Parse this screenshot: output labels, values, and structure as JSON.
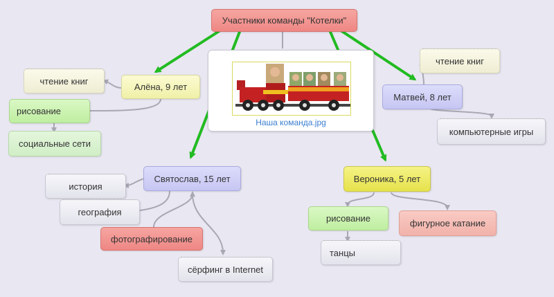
{
  "root": {
    "label": "Участники команды \"Котелки\""
  },
  "photo": {
    "caption": "Наша команда.jpg"
  },
  "alena": {
    "label": "Алёна, 9 лет",
    "children": [
      "чтение книг",
      "рисование",
      "социальные сети"
    ]
  },
  "matvey": {
    "label": "Матвей, 8 лет",
    "children": [
      "чтение книг",
      "компьютерные игры"
    ]
  },
  "svyatoslav": {
    "label": "Святослав, 15 лет",
    "children": [
      "история",
      "география",
      "фотографирование",
      "сёрфинг в Internet"
    ]
  },
  "veronika": {
    "label": "Вероника, 5 лет",
    "children": [
      "рисование",
      "фигурное катание",
      "танцы"
    ]
  },
  "colors": {
    "arrow": "#22bb22",
    "connector": "#a8a8b4",
    "root_fill": "#f08a88",
    "background": "#e9e7f1"
  }
}
